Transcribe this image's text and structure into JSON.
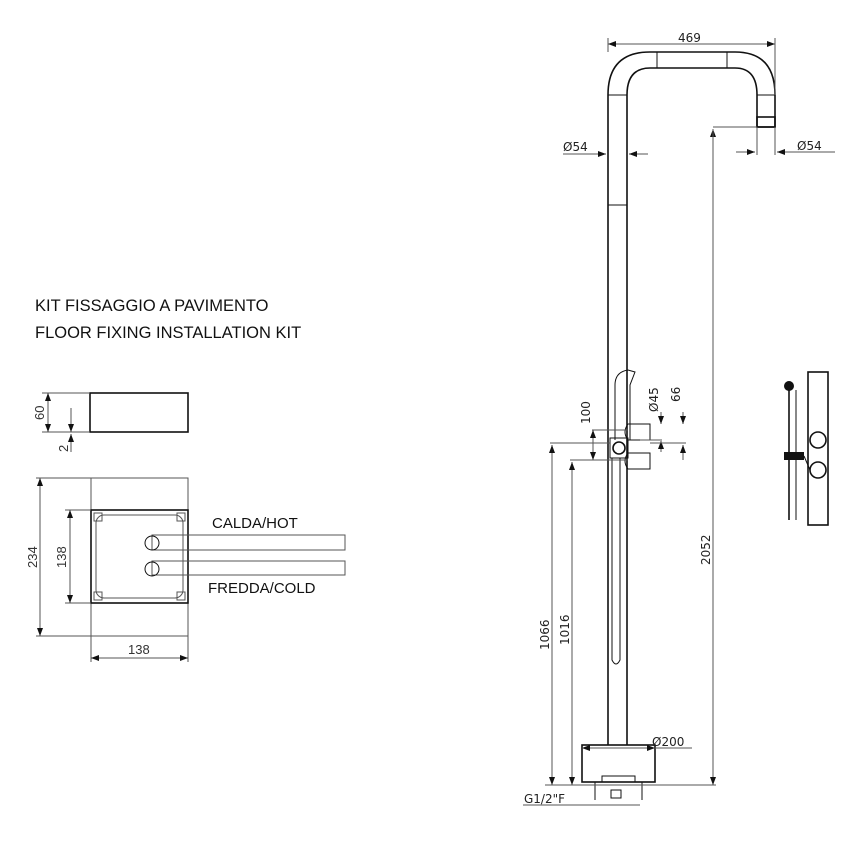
{
  "kit": {
    "title_it": "KIT FISSAGGIO A PAVIMENTO",
    "title_en": "FLOOR FIXING INSTALLATION KIT",
    "dims": {
      "height": "60",
      "thickness": "2",
      "depth": "234",
      "inner": "138",
      "width": "138"
    },
    "hot_label": "CALDA/HOT",
    "cold_label": "FREDDA/COLD"
  },
  "shower": {
    "dims": {
      "width": "469",
      "pipe_left": "Ø54",
      "pipe_right": "Ø54",
      "total_height": "2052",
      "spout_offset": "100",
      "handle_diam": "Ø45",
      "handle_depth": "66",
      "mixer_height": "1066",
      "outlet_height": "1016",
      "base_diam": "Ø200",
      "connection": "G1/2\"F"
    }
  }
}
